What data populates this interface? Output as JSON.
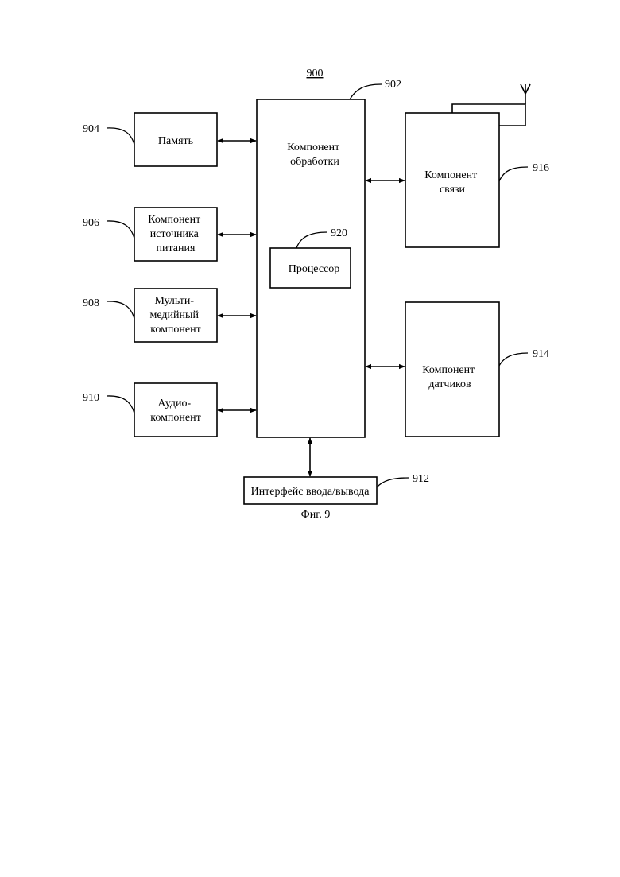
{
  "figure": {
    "number": "900",
    "caption": "Фиг. 9"
  },
  "blocks": {
    "processing": {
      "ref": "902",
      "lines": [
        "Компонент",
        "обработки"
      ]
    },
    "processor": {
      "ref": "920",
      "lines": [
        "Процессор"
      ]
    },
    "memory": {
      "ref": "904",
      "lines": [
        "Память"
      ]
    },
    "power": {
      "ref": "906",
      "lines": [
        "Компонент",
        "источника",
        "питания"
      ]
    },
    "multimedia": {
      "ref": "908",
      "lines": [
        "Мульти-",
        "медийный",
        "компонент"
      ]
    },
    "audio": {
      "ref": "910",
      "lines": [
        "Аудио-",
        "компонент"
      ]
    },
    "io": {
      "ref": "912",
      "lines": [
        "Интерфейс ввода/вывода"
      ]
    },
    "communication": {
      "ref": "916",
      "lines": [
        "Компонент",
        "связи"
      ]
    },
    "sensors": {
      "ref": "914",
      "lines": [
        "Компонент",
        "датчиков"
      ]
    }
  },
  "icons": {
    "antenna": "antenna-icon"
  }
}
